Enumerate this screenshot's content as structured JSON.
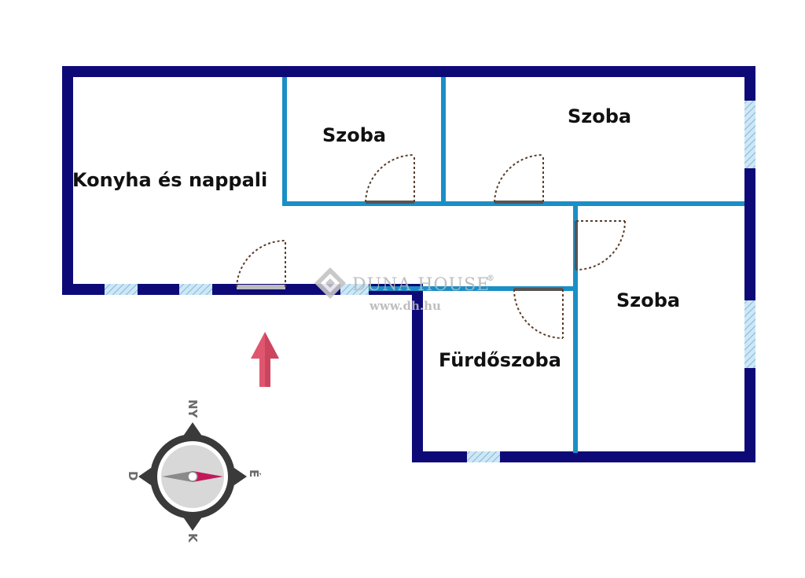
{
  "rooms": {
    "kitchen_living": "Konyha és nappali",
    "room_1": "Szoba",
    "room_2": "Szoba",
    "room_3": "Szoba",
    "bathroom": "Fürdőszoba"
  },
  "watermark": {
    "brand": "DUNA HOUSE",
    "registered": "®",
    "url": "www.dh.hu"
  },
  "compass": {
    "north": "NY",
    "east": "É",
    "south": "K",
    "west": "D"
  },
  "colors": {
    "outer_wall": "#0d0a78",
    "inner_wall": "#1a8fc6",
    "window": "#9fd0ec",
    "door": "#5a3e2b",
    "entrance_arrow": "#e0566f",
    "compass_needle": "#c2185b"
  }
}
